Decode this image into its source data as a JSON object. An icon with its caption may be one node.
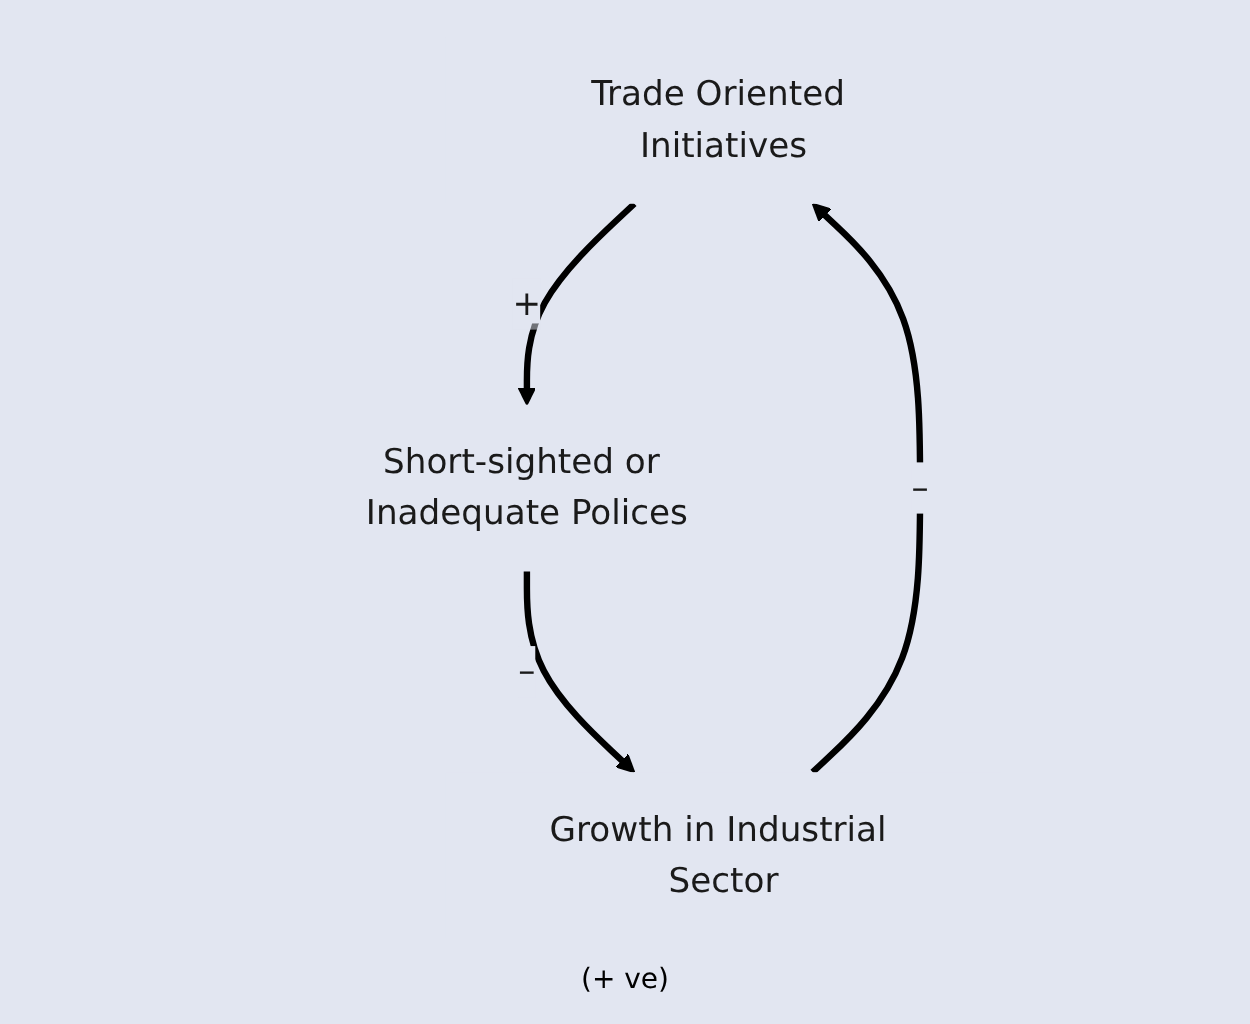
{
  "diagram": {
    "nodes": [
      {
        "text": [
          "Trade Oriented Initiatives"
        ]
      },
      {
        "text": [
          "Short-sighted or Inadequate Polices"
        ]
      },
      {
        "text": [
          "Growth in Industrial Sector"
        ]
      }
    ],
    "edges": [
      {
        "from": 0,
        "to": 1,
        "arrow": "to",
        "label": "+"
      },
      {
        "from": 1,
        "to": 2,
        "arrow": "to",
        "label": "–"
      },
      {
        "from": 2,
        "to": 0,
        "arrow": "to",
        "label": "–"
      }
    ],
    "labels": [
      "(+ ve)"
    ]
  }
}
